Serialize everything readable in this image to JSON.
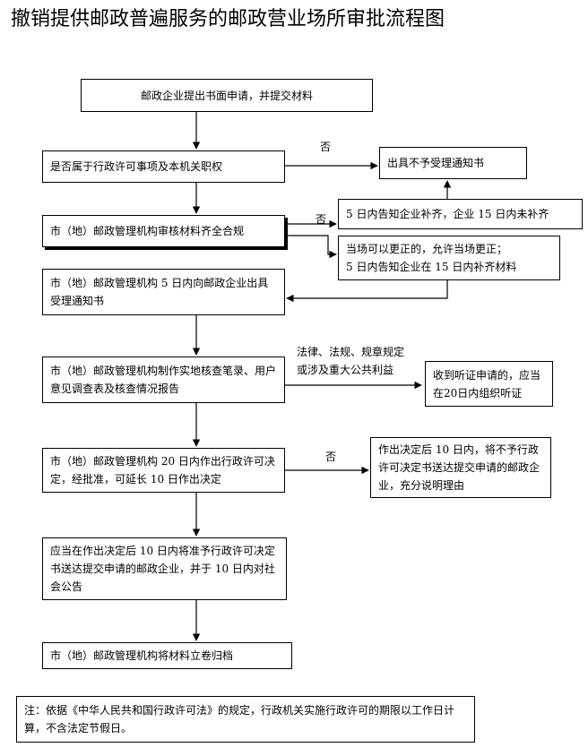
{
  "title": "撤销提供邮政普遍服务的邮政营业场所审批流程图",
  "steps": {
    "apply": "邮政企业提出书面申请，并提交材料",
    "scope": "是否属于行政许可事项及本机关职权",
    "review": "市（地）邮政管理机构审核材料齐全合规",
    "accept": "市（地）邮政管理机构 5 日内向邮政企业出具受理通知书",
    "inspect": "市（地）邮政管理机构制作实地核查笔录、用户意见调查表及核查情况报告",
    "decide": "市（地）邮政管理机构 20 日内作出行政许可决定，经批准，可延长 10 日作出决定",
    "approve": "应当在作出决定后 10 日内将准予行政许可决定书送达提交申请的邮政企业，并于 10 日内对社会公告",
    "archive": "市（地）邮政管理机构将材料立卷归档"
  },
  "side": {
    "reject_notice": "出具不予受理通知书",
    "supplement": "5 日内告知企业补齐，企业 15 日内未补齐",
    "correct_line1": "当场可以更正的，允许当场更正；",
    "correct_line2": "5 日内告知企业在 15 日内补齐材料",
    "hearing": "收到听证申请的，应当在20日内组织听证",
    "deny": "作出决定后 10 日内，将不予行政许可决定书送达提交申请的邮政企业，充分说明理由"
  },
  "labels": {
    "no1": "否",
    "no2": "否",
    "no3": "否",
    "law_line1": "法律、法规、规章规定",
    "law_line2": "或涉及重大公共利益"
  },
  "note": "注：依据《中华人民共和国行政许可法》的规定，行政机关实施行政许可的期限以工作日计算，不含法定节假日。"
}
